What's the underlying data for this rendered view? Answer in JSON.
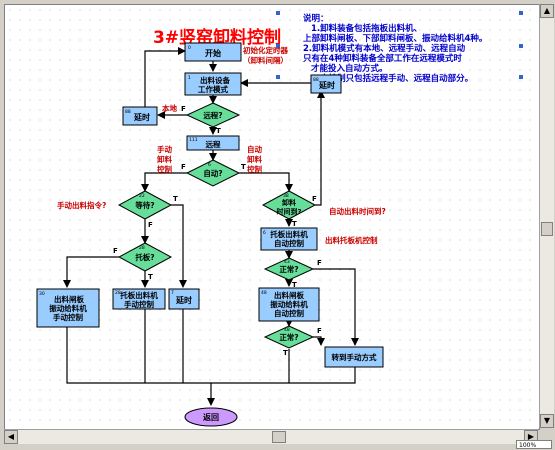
{
  "title": "3#竖窑卸料控制",
  "notes": {
    "header": "说明：",
    "lines": [
      "1.卸料装备包括拖板出料机、",
      "上部卸料闸板、下部卸料闸板、振动给料机4种。",
      "2.卸料机模式有本地、远程手动、远程自动",
      "只有在4种卸料装备全部工作在远程模式时",
      "才能投入自动方式。",
      "3.本控制只包括远程手动、远程自动部分。"
    ]
  },
  "nodes": {
    "start": "开始",
    "out_mode": [
      "出料设备",
      "工作模式"
    ],
    "delay_top": "延时",
    "delay_left": "延时",
    "remote_q": "远程?",
    "remote": "远程",
    "auto_q": "自动?",
    "wait_q": "等待?",
    "discharge_time_q": [
      "卸料",
      "时间到?"
    ],
    "tray_q": "托板?",
    "tray_auto": [
      "托板出料机",
      "自动控制"
    ],
    "normal_q1": "正常?",
    "gate_feeder_auto": [
      "出料闸板",
      "振动给料机",
      "自动控制"
    ],
    "normal_q2": "正常?",
    "gate_feeder_manual": [
      "出料闸板",
      "振动给料机",
      "手动控制"
    ],
    "tray_manual": [
      "托板出料机",
      "手动控制"
    ],
    "delay_mid": "延时",
    "switch_manual": "转到手动方式",
    "return": "返回"
  },
  "annotations": {
    "init_timer": [
      "初始化定时器",
      "（卸料间隔）"
    ],
    "local": "本地",
    "manual_discharge": [
      "手动",
      "卸料",
      "控制"
    ],
    "auto_discharge": [
      "自动",
      "卸料",
      "控制"
    ],
    "manual_cmd_q": "手动出料指令?",
    "auto_time_q": "自动出料时间到?",
    "tray_ctrl": "出料托板机控制"
  },
  "labels": {
    "T": "T",
    "F": "F"
  },
  "ids": {
    "start": "0",
    "out_mode": "1",
    "delay_left": "88",
    "remote": "111",
    "auto_q": "6",
    "wait_q": "22",
    "tray_q": "28",
    "gate_feeder_manual": "30",
    "tray_manual": "28",
    "delay_mid": "7",
    "discharge_time_q": "38",
    "tray_auto": "6",
    "normal_q1": "43",
    "gate_feeder_auto": "48",
    "normal_q2": "48",
    "delay_top": "88"
  },
  "status": {
    "zoom": "100%"
  },
  "colors": {
    "box": "#99ccff",
    "diamond": "#66dd99",
    "return": "#cc99ff",
    "title": "#ff0000",
    "annotation": "#cc0000",
    "notes": "#0000cc"
  }
}
